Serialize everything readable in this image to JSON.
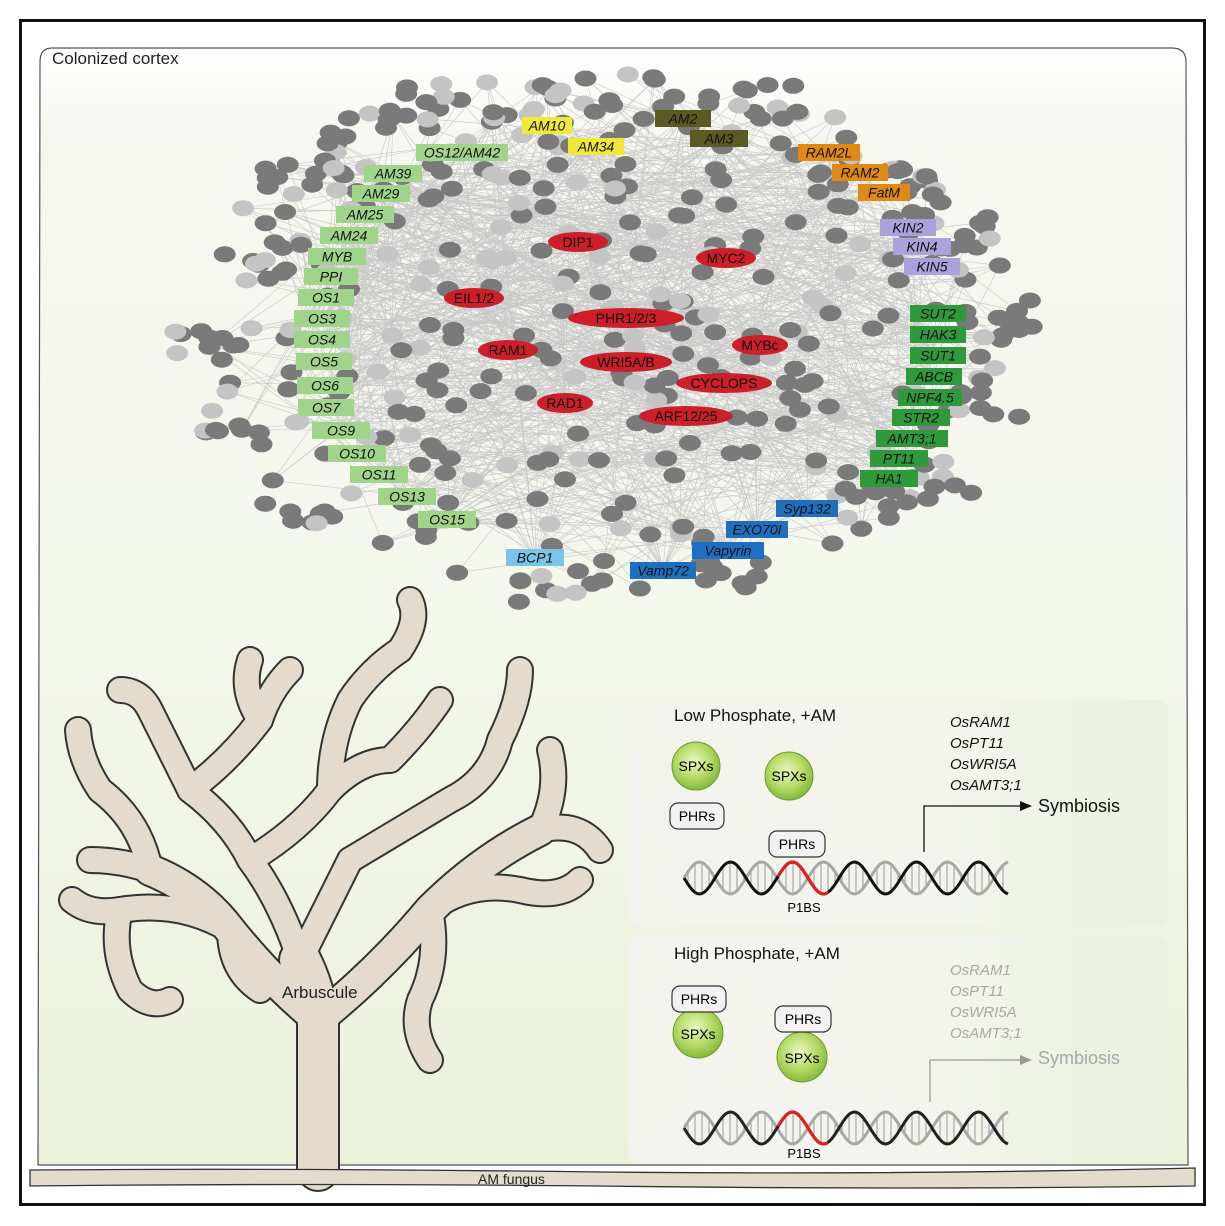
{
  "figure": {
    "cortex_label": "Colonized cortex",
    "fungus_label": "AM fungus",
    "arbuscule_label": "Arbuscule"
  },
  "network": {
    "hubs": [
      "PHR1/2/3",
      "DIP1",
      "MYC2",
      "EIL1/2",
      "RAM1",
      "WRI5A/B",
      "MYBc",
      "CYCLOPS",
      "RAD1",
      "ARF12/25"
    ],
    "hub_color": "#cc1f2a",
    "clusters": [
      {
        "name": "light-green",
        "color": "#9fd48a",
        "genes": [
          "OS12/AM42",
          "AM39",
          "AM29",
          "AM25",
          "AM24",
          "MYB",
          "PPI",
          "OS1",
          "OS3",
          "OS4",
          "OS5",
          "OS6",
          "OS7",
          "OS9",
          "OS10",
          "OS11",
          "OS13",
          "OS15"
        ]
      },
      {
        "name": "yellow",
        "color": "#f2e83a",
        "genes": [
          "AM10",
          "AM34"
        ]
      },
      {
        "name": "olive",
        "color": "#5a5a22",
        "genes": [
          "AM2",
          "AM3"
        ]
      },
      {
        "name": "orange",
        "color": "#e08a16",
        "genes": [
          "RAM2L",
          "RAM2",
          "FatM"
        ]
      },
      {
        "name": "lavender",
        "color": "#a9a2dc",
        "genes": [
          "KIN2",
          "KIN4",
          "KIN5"
        ]
      },
      {
        "name": "dark-green",
        "color": "#2e9a3b",
        "genes": [
          "SUT2",
          "HAK3",
          "SUT1",
          "ABCB",
          "NPF4.5",
          "STR2",
          "AMT3;1",
          "PT11",
          "HA1"
        ]
      },
      {
        "name": "blue",
        "color": "#1f6fc0",
        "genes": [
          "Syp132",
          "EXO70I",
          "Vapyrin",
          "Vamp72"
        ]
      },
      {
        "name": "light-blue",
        "color": "#7cc3e8",
        "genes": [
          "BCP1"
        ]
      }
    ],
    "node_colors": {
      "dark": "#7a7a7a",
      "light": "#c4c4c4"
    }
  },
  "panel_low": {
    "title": "Low Phosphate, +AM",
    "spx1": "SPXs",
    "spx2": "SPXs",
    "phr_free": "PHRs",
    "phr_bound": "PHRs",
    "genes": [
      "OsRAM1",
      "OsPT11",
      "OsWRI5A",
      "OsAMT3;1"
    ],
    "outcome": "Symbiosis",
    "site": "P1BS"
  },
  "panel_high": {
    "title": "High Phosphate, +AM",
    "phr1": "PHRs",
    "spx1": "SPXs",
    "phr2": "PHRs",
    "spx2": "SPXs",
    "genes": [
      "OsRAM1",
      "OsPT11",
      "OsWRI5A",
      "OsAMT3;1"
    ],
    "outcome": "Symbiosis",
    "site": "P1BS"
  },
  "colors": {
    "background_top": "#ffffff",
    "background_bottom": "#eef3df",
    "arbuscule": "#e3dccd",
    "spx": "#9ccf3e",
    "dna_red": "#e01f1f",
    "inactive_text": "#a8a8a8"
  }
}
